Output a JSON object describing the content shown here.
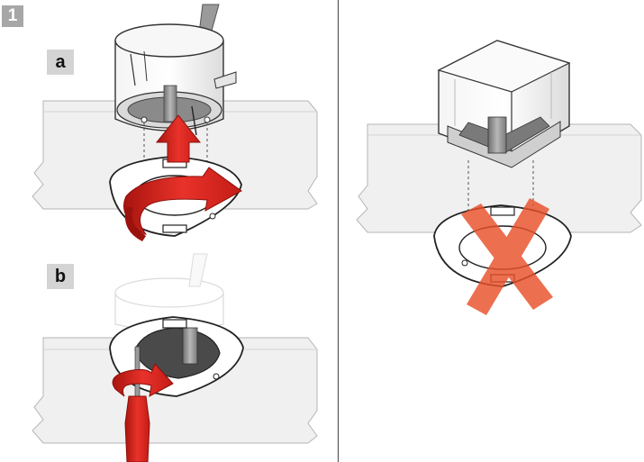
{
  "step": {
    "number": "1"
  },
  "panels": [
    {
      "label": "a",
      "description_icons": [
        "flush-box-icon",
        "mounting-plate-icon",
        "push-up-arrow-icon",
        "rotate-arrow-icon"
      ]
    },
    {
      "label": "b",
      "description_icons": [
        "mounting-plate-icon",
        "screwdriver-icon",
        "rotate-arrow-icon"
      ]
    },
    {
      "label": "",
      "description_icons": [
        "square-box-icon",
        "mounting-plate-icon",
        "not-allowed-cross-icon"
      ]
    }
  ],
  "colors": {
    "badge_step": "#a7a7a7",
    "badge_sub": "#d4d4d4",
    "arrow_red": "#d8261f",
    "cross_orange": "#e8502a",
    "ceiling_fill": "#f0f0f0",
    "divider": "#555555"
  }
}
